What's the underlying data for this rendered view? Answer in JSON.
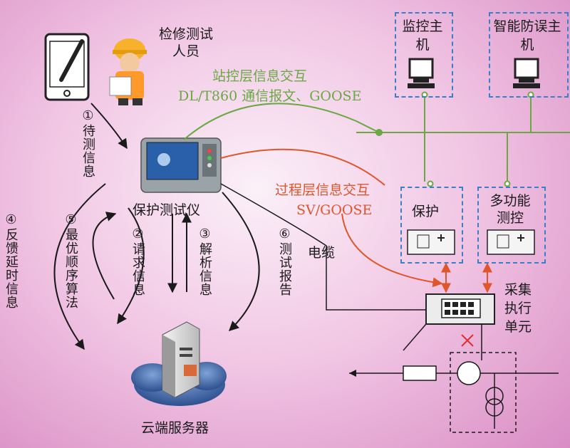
{
  "labels": {
    "inspector": "检修测试人员",
    "tester": "保护测试仪",
    "cloud": "云端服务器",
    "monitor_host": "监控主机",
    "misop_host": "智能防误主机",
    "station_layer_title": "站控层信息交互",
    "station_layer_sub": "DL/T860 通信报文、GOOSE",
    "process_layer_title": "过程层信息交互",
    "process_layer_sub": "SV/GOOSE",
    "protection": "保护",
    "multi_control": "多功能测控",
    "acquisition_unit": "采集执行单元",
    "cable": "电缆"
  },
  "flows": {
    "f1": "①待测信息",
    "f2": "②请求信息",
    "f3": "③解析信息",
    "f4": "④反馈延时信息",
    "f5": "⑤最优顺序算法",
    "f6": "⑥测试报告"
  },
  "icons": [
    "tablet-icon",
    "worker-icon",
    "tester-device-icon",
    "computer-icon",
    "server-icon",
    "cloud-icon",
    "relay-device-icon",
    "transformer-icon",
    "breaker-icon",
    "red-x-icon"
  ],
  "colors": {
    "station_line": "#6aa843",
    "process_line": "#e0552a",
    "box_border": "#3b7fc6",
    "arrow_black": "#1a1a1a"
  }
}
